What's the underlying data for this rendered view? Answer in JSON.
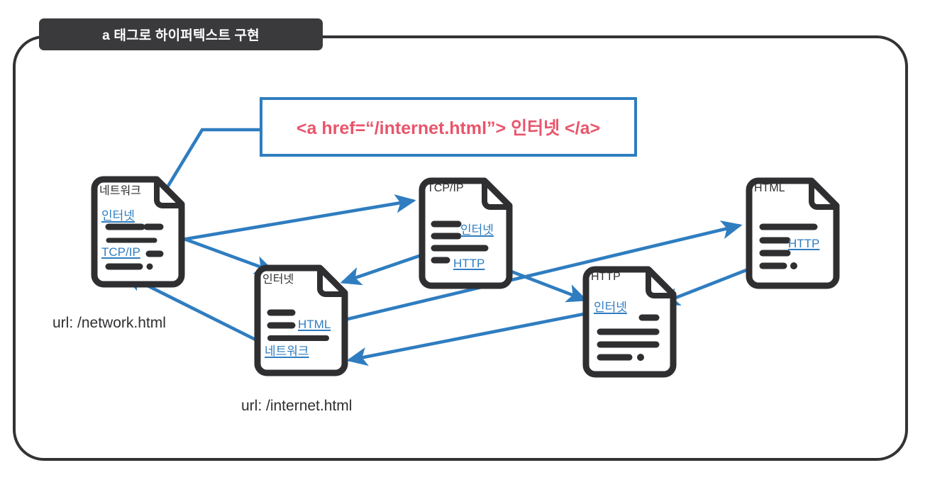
{
  "banner": {
    "title": "a 태그로 하이퍼텍스트 구현"
  },
  "code_callout": {
    "snippet": "<a href=“/internet.html”> 인터넷 </a>",
    "border_color": "#2f7dc0",
    "text_color": "#e8556b"
  },
  "colors": {
    "frame": "#333336",
    "banner_bg": "#3a3a3d",
    "link_blue": "#2f7dc0",
    "arrow_blue": "#2f7dc0",
    "doc_outline": "#2f2f32",
    "text_dark": "#2f2f32"
  },
  "documents": [
    {
      "id": "network",
      "title": "네트워크",
      "links": [
        "인터넷",
        "TCP/IP"
      ]
    },
    {
      "id": "internet",
      "title": "인터넷",
      "links": [
        "HTML",
        "네트워크"
      ]
    },
    {
      "id": "tcpip",
      "title": "TCP/IP",
      "links": [
        "인터넷",
        "HTTP"
      ]
    },
    {
      "id": "http",
      "title": "HTTP",
      "links": [
        "인터넷"
      ]
    },
    {
      "id": "html",
      "title": "HTML",
      "links": [
        "HTTP"
      ]
    }
  ],
  "captions": [
    {
      "id": "network-url",
      "text": "url: /network.html"
    },
    {
      "id": "internet-url",
      "text": "url: /internet.html"
    }
  ],
  "connections": [
    {
      "from": "network.인터넷",
      "to": "internet"
    },
    {
      "from": "network.TCP/IP",
      "to": "tcpip"
    },
    {
      "from": "internet.HTML",
      "to": "html"
    },
    {
      "from": "internet.네트워크",
      "to": "network"
    },
    {
      "from": "tcpip.인터넷",
      "to": "internet"
    },
    {
      "from": "tcpip.HTTP",
      "to": "http"
    },
    {
      "from": "http.인터넷",
      "to": "internet"
    },
    {
      "from": "html.HTTP",
      "to": "http"
    },
    {
      "from": "code_callout",
      "to": "network.인터넷"
    }
  ]
}
